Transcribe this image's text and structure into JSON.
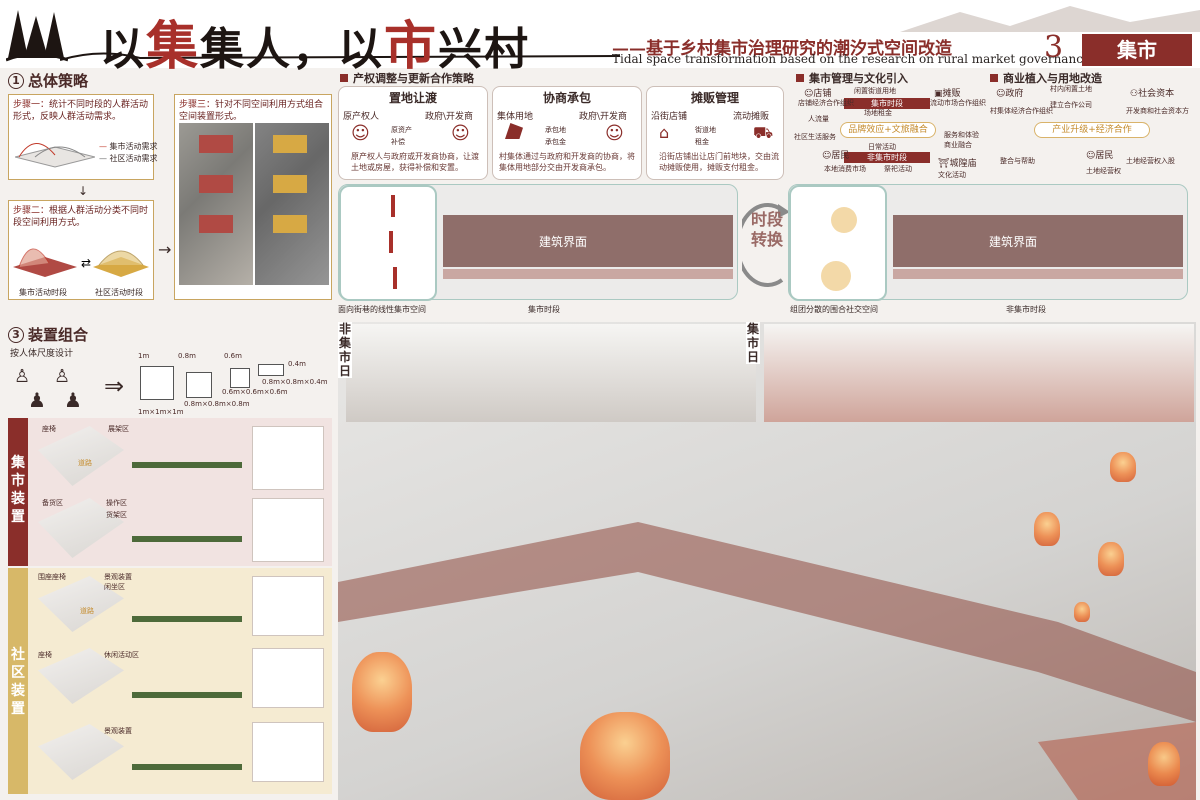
{
  "header": {
    "title_parts": [
      "以",
      "集",
      "集人，以",
      "市",
      "兴村"
    ],
    "subtitle": "——基于乡村集市治理研究的潮汐式空间改造",
    "subtitle_en": "Tidal space transformation based on the research on rural market governance",
    "page_number": "3",
    "page_tag": "集市"
  },
  "strategy": {
    "heading": "总体策略",
    "heading_num": "1",
    "step1": {
      "label": "步骤一：",
      "text": "统计不同时段的人群活动形式，反映人群活动需求。"
    },
    "legend": [
      "集市活动需求",
      "社区活动需求"
    ],
    "step2": {
      "label": "步骤二：",
      "text": "根据人群活动分类不同时段空间利用方式。"
    },
    "step3": {
      "label": "步骤三：",
      "text": "针对不同空间利用方式组合空间装置形式。"
    },
    "diagram_labels": [
      "集市活动时段",
      "社区活动时段"
    ],
    "photo_labels": [
      "集市活动时段",
      "社区活动时段"
    ]
  },
  "property": {
    "heading": "产权调整与更新合作策略",
    "boxes": [
      {
        "title": "置地让渡",
        "left": "原产权人",
        "right": "政府\\开发商",
        "arrow1": "原资产",
        "arrow2": "补偿",
        "desc": "原产权人与政府或开发商协商，让渡土地或房屋，获得补偿和安置。"
      },
      {
        "title": "协商承包",
        "left": "集体用地",
        "right": "政府\\开发商",
        "arrow1": "承包地",
        "arrow2": "承包金",
        "desc": "村集体通过与政府和开发商的协商，将集体用地部分交由开发商承包。"
      },
      {
        "title": "摊贩管理",
        "left": "沿街店铺",
        "right": "流动摊贩",
        "arrow1": "街道地",
        "arrow2": "租金",
        "desc": "沿街店铺出让店门前地块，交由流动摊贩使用，摊贩支付租金。"
      }
    ]
  },
  "market_mgmt": {
    "heading": "集市管理与文化引入",
    "nodes": {
      "shop": "店铺",
      "stall": "摊贩",
      "resident": "居民",
      "temple": "城隍庙"
    },
    "center": "品牌效应+文旅融合",
    "time_market": "集市时段",
    "time_non": "非集市时段",
    "notes": [
      "闲置街道用地",
      "场地租金",
      "店铺经济合作组织",
      "流动市场合作组织",
      "人流量",
      "日常活动",
      "本地消费市场",
      "祭祀活动",
      "文化活动",
      "社区生活服务",
      "服务和体验",
      "商业融合"
    ]
  },
  "commerce": {
    "heading": "商业植入与用地改造",
    "nodes": {
      "gov": "政府",
      "capital": "社会资本",
      "resident": "居民"
    },
    "center": "产业升级+经济合作",
    "notes": [
      "村内闲置土地",
      "建立合作公司",
      "村集体经济合作组织",
      "开发商和社会资本方",
      "整合与帮助",
      "土地经营权入股",
      "土地经营权"
    ]
  },
  "tidal": {
    "switch": "时段转换",
    "labels": [
      "面向街巷的线性集市空间",
      "集市时段",
      "组团分散的围合社交空间",
      "非集市时段"
    ],
    "street_text": "建筑界面"
  },
  "devices": {
    "heading": "装置组合",
    "heading_num": "3",
    "scale_title": "按人体尺度设计",
    "sizes": [
      "1m",
      "0.8m",
      "0.6m",
      "0.4m"
    ],
    "dims": [
      "1m×1m×1m",
      "0.8m×0.8m×0.8m",
      "0.6m×0.6m×0.6m",
      "0.8m×0.8m×0.4m"
    ],
    "cat_market": "集市装置",
    "cat_community": "社区装置",
    "market_labels": [
      "座椅",
      "展架区",
      "道路",
      "备货区",
      "操作区",
      "货架区"
    ],
    "community_labels": [
      "围座座椅",
      "景观装置",
      "闲坐区",
      "道路",
      "座椅",
      "休闲活动区",
      "景观装置"
    ]
  },
  "render": {
    "non_market": "非集市日",
    "market": "集市日"
  },
  "colors": {
    "accent": "#8a2e2a",
    "gold": "#c48a2a",
    "teal": "#aac9c2"
  }
}
